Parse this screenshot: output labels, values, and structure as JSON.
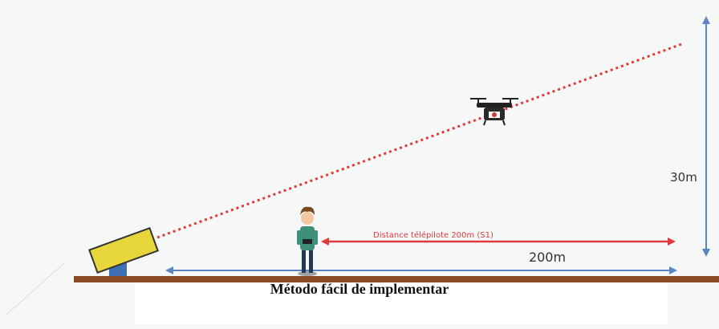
{
  "labels": {
    "height": "30m",
    "distance_pilot": "Distance télépilote 200m (S1)",
    "ground_distance": "200m"
  },
  "caption": "Método fácil de implementar",
  "colors": {
    "beam": "#e23a3a",
    "arrow_blue": "#5a85c0",
    "arrow_red": "#e0393e",
    "ground": "#8a4b27",
    "device_body": "#e6d63c",
    "device_stand": "#3f6fb5",
    "background": "#f6f7f7"
  },
  "icons": [
    "drone-icon",
    "person-icon",
    "launcher-device-icon"
  ]
}
